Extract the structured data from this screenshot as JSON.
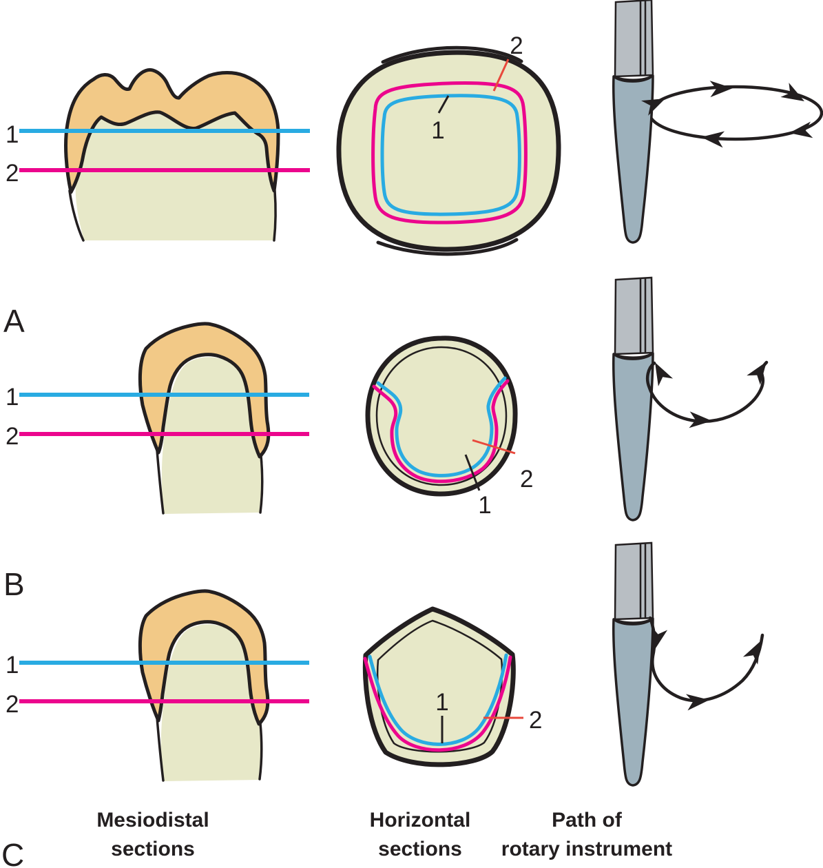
{
  "colors": {
    "background": "#ffffff",
    "outline": "#231f20",
    "text": "#231f20",
    "enamel": "#f2c987",
    "dentin": "#e7e8c8",
    "line1": "#29abe2",
    "line2": "#ec068d",
    "leader": "#e8483c",
    "shank": "#b8bec3",
    "bur": "#9db1bc"
  },
  "rows": [
    {
      "letter": "A",
      "labels": {
        "line1": "1",
        "line2": "2"
      }
    },
    {
      "letter": "B",
      "labels": {
        "line1": "1",
        "line2": "2"
      }
    },
    {
      "letter": "C",
      "labels": {
        "line1": "1",
        "line2": "2"
      }
    }
  ],
  "captions": {
    "mesiodistal": {
      "line1": "Mesiodistal",
      "line2": "sections"
    },
    "horizontal": {
      "line1": "Horizontal",
      "line2": "sections"
    },
    "rotary": {
      "line1": "Path of",
      "line2": "rotary instrument"
    }
  }
}
